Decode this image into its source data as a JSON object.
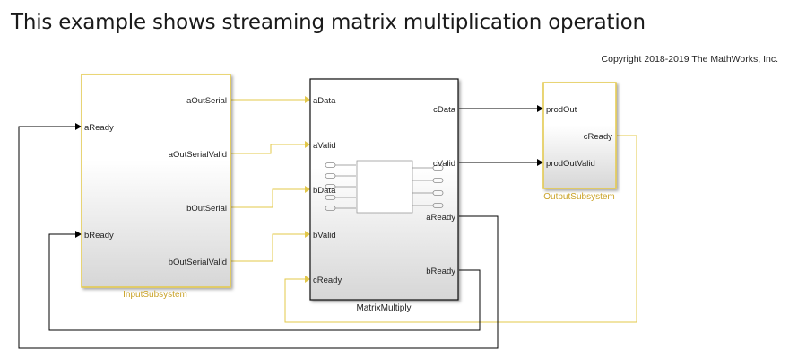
{
  "page": {
    "title": "This example shows streaming matrix multiplication operation",
    "copyright": "Copyright 2018-2019 The MathWorks, Inc."
  },
  "colors": {
    "subsystem_border": "#e3c84a",
    "signal_yellow": "#e3c84a",
    "signal_black": "#000000",
    "subsystem_label": "#c9a227",
    "block_fill_top": "#ffffff",
    "block_fill_bottom": "#d9d9d9"
  },
  "blocks": {
    "input": {
      "name": "InputSubsystem",
      "inports": [
        "aReady",
        "bReady"
      ],
      "outports": [
        "aOutSerial",
        "aOutSerialValid",
        "bOutSerial",
        "bOutSerialValid"
      ]
    },
    "matrix": {
      "name": "MatrixMultiply",
      "inports": [
        "aData",
        "aValid",
        "bData",
        "bValid",
        "cReady"
      ],
      "outports": [
        "cData",
        "cValid",
        "aReady",
        "bReady"
      ]
    },
    "output": {
      "name": "OutputSubsystem",
      "inports": [
        "prodOut",
        "prodOutValid"
      ],
      "outports": [
        "cReady"
      ]
    }
  },
  "connections": [
    {
      "from": "InputSubsystem.aOutSerial",
      "to": "MatrixMultiply.aData"
    },
    {
      "from": "InputSubsystem.aOutSerialValid",
      "to": "MatrixMultiply.aValid"
    },
    {
      "from": "InputSubsystem.bOutSerial",
      "to": "MatrixMultiply.bData"
    },
    {
      "from": "InputSubsystem.bOutSerialValid",
      "to": "MatrixMultiply.bValid"
    },
    {
      "from": "MatrixMultiply.cData",
      "to": "OutputSubsystem.prodOut"
    },
    {
      "from": "MatrixMultiply.cValid",
      "to": "OutputSubsystem.prodOutValid"
    },
    {
      "from": "MatrixMultiply.aReady",
      "to": "InputSubsystem.aReady"
    },
    {
      "from": "MatrixMultiply.bReady",
      "to": "InputSubsystem.bReady"
    },
    {
      "from": "OutputSubsystem.cReady",
      "to": "MatrixMultiply.cReady"
    }
  ]
}
